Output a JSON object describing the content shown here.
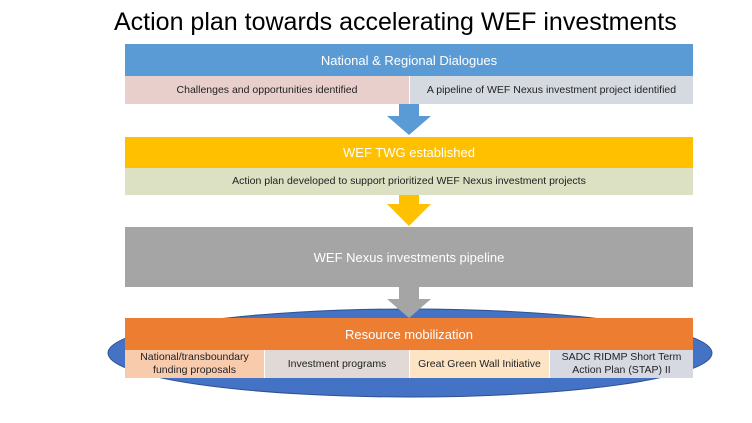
{
  "title": "Action plan towards accelerating WEF investments",
  "stage1": {
    "header": "National & Regional Dialogues",
    "cells": [
      "Challenges and opportunities identified",
      "A pipeline of WEF Nexus investment project identified"
    ]
  },
  "stage2": {
    "header": "WEF TWG established",
    "cells": [
      "Action plan developed to support prioritized WEF Nexus investment projects"
    ]
  },
  "stage3": {
    "header": "WEF Nexus investments pipeline"
  },
  "stage4": {
    "header": "Resource mobilization",
    "cells": [
      "National/transboundary funding proposals",
      "Investment programs",
      "Great Green Wall Initiative",
      "SADC RIDMP Short Term Action Plan (STAP) II"
    ]
  },
  "colors": {
    "blue": "#5b9bd5",
    "yellow": "#ffc000",
    "gray": "#a5a5a5",
    "orange": "#ed7d31",
    "ellipse": "#4472c4"
  }
}
